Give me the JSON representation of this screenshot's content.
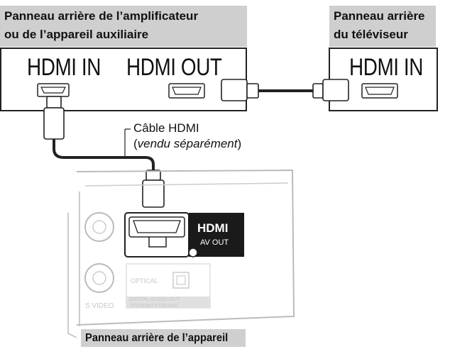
{
  "amp_panel": {
    "label_line1": "Panneau arrière de l’amplificateur",
    "label_line2": "ou de l’appareil auxiliaire",
    "hdmi_in": "HDMI IN",
    "hdmi_out": "HDMI OUT"
  },
  "tv_panel": {
    "label_line1": "Panneau arrière",
    "label_line2": "du téléviseur",
    "hdmi_in": "HDMI IN"
  },
  "cable": {
    "name": "Câble HDMI",
    "paren_open": "(",
    "note": "vendu séparément",
    "paren_close": ")"
  },
  "device_panel": {
    "label": "Panneau arrière de l’appareil",
    "hdmi_logo": "HDMI",
    "av_out": "AV OUT",
    "optical": "OPTICAL",
    "digital_audio_line1": "DIGITAL AUDIO OUT",
    "digital_audio_line2": "(PCM/BITSTREAM)",
    "s_video": "S VIDEO"
  }
}
